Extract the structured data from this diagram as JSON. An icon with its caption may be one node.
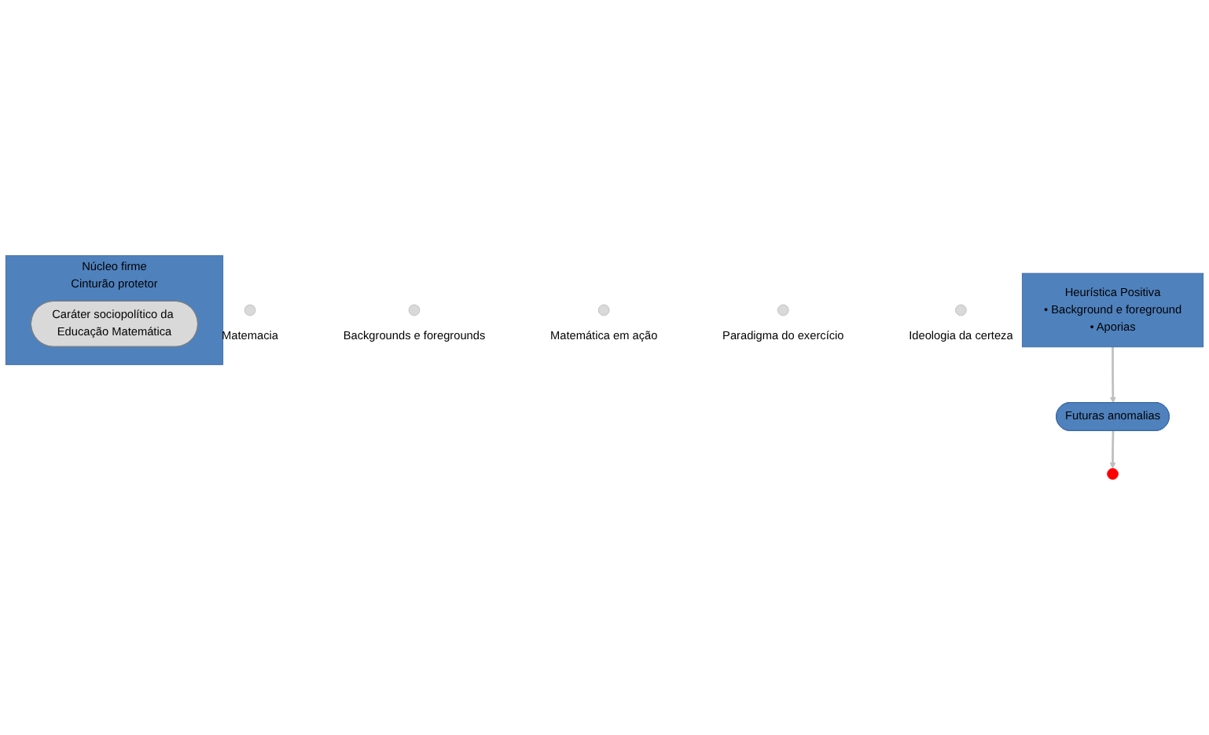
{
  "diagram": {
    "nodes": [
      {
        "text": [
          "Núcleo firme",
          "Cinturão protetor"
        ]
      },
      {
        "text": [
          "Caráter sociopolítico da Educação Matemática"
        ],
        "in": 0
      },
      {
        "text": [],
        "shape": "circle",
        "beside": [
          "Matemacia"
        ]
      },
      {
        "text": [],
        "shape": "circle",
        "beside": [
          "Backgrounds e foregrounds"
        ]
      },
      {
        "text": [],
        "shape": "circle",
        "beside": [
          "Matemática em ação"
        ]
      },
      {
        "text": [],
        "shape": "circle",
        "beside": [
          "Paradigma do exercício"
        ]
      },
      {
        "text": [],
        "shape": "circle",
        "beside": [
          "Ideologia da certeza"
        ]
      },
      {
        "text": [],
        "shape": "circle"
      },
      {
        "text": [
          "Futuras anomalias"
        ]
      },
      {
        "text": [
          "Heurística Positiva",
          "• Background e foreground",
          "• Aporias"
        ]
      }
    ],
    "edges": [
      {
        "from": 8,
        "to": 7,
        "arrow": "to"
      },
      {
        "from": 9,
        "to": 8,
        "arrow": "to"
      }
    ]
  }
}
